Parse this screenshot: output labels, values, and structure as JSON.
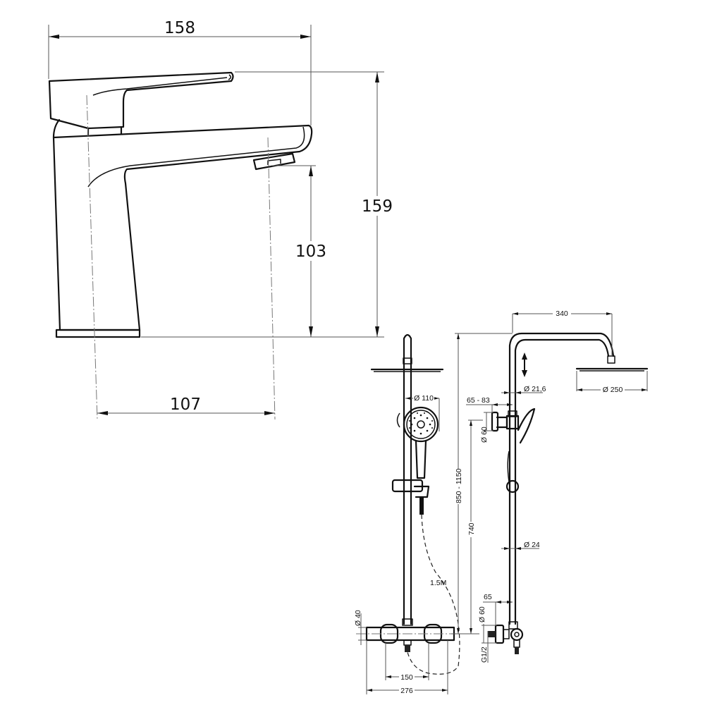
{
  "faucet": {
    "dim_width": "158",
    "dim_height": "159",
    "dim_spout_height": "103",
    "dim_reach": "107"
  },
  "shower_front": {
    "dim_handshower_dia": "Ø 110",
    "dim_hose_length": "1.5M",
    "dim_mixer_dia": "Ø 40",
    "dim_inlet_spacing": "150",
    "dim_mixer_width": "276"
  },
  "shower_side": {
    "dim_arm_reach": "340",
    "dim_pipe_dia_upper": "Ø 21,6",
    "dim_head_dia": "Ø 250",
    "dim_holder_offset": "65 - 83",
    "dim_holder_dia": "Ø 60",
    "dim_total_height": "850 - 1150",
    "dim_rail_height": "740",
    "dim_pipe_dia_lower": "Ø 24",
    "dim_wall_offset": "65",
    "dim_escutcheon_dia": "Ø 60",
    "dim_thread": "G1/2"
  }
}
